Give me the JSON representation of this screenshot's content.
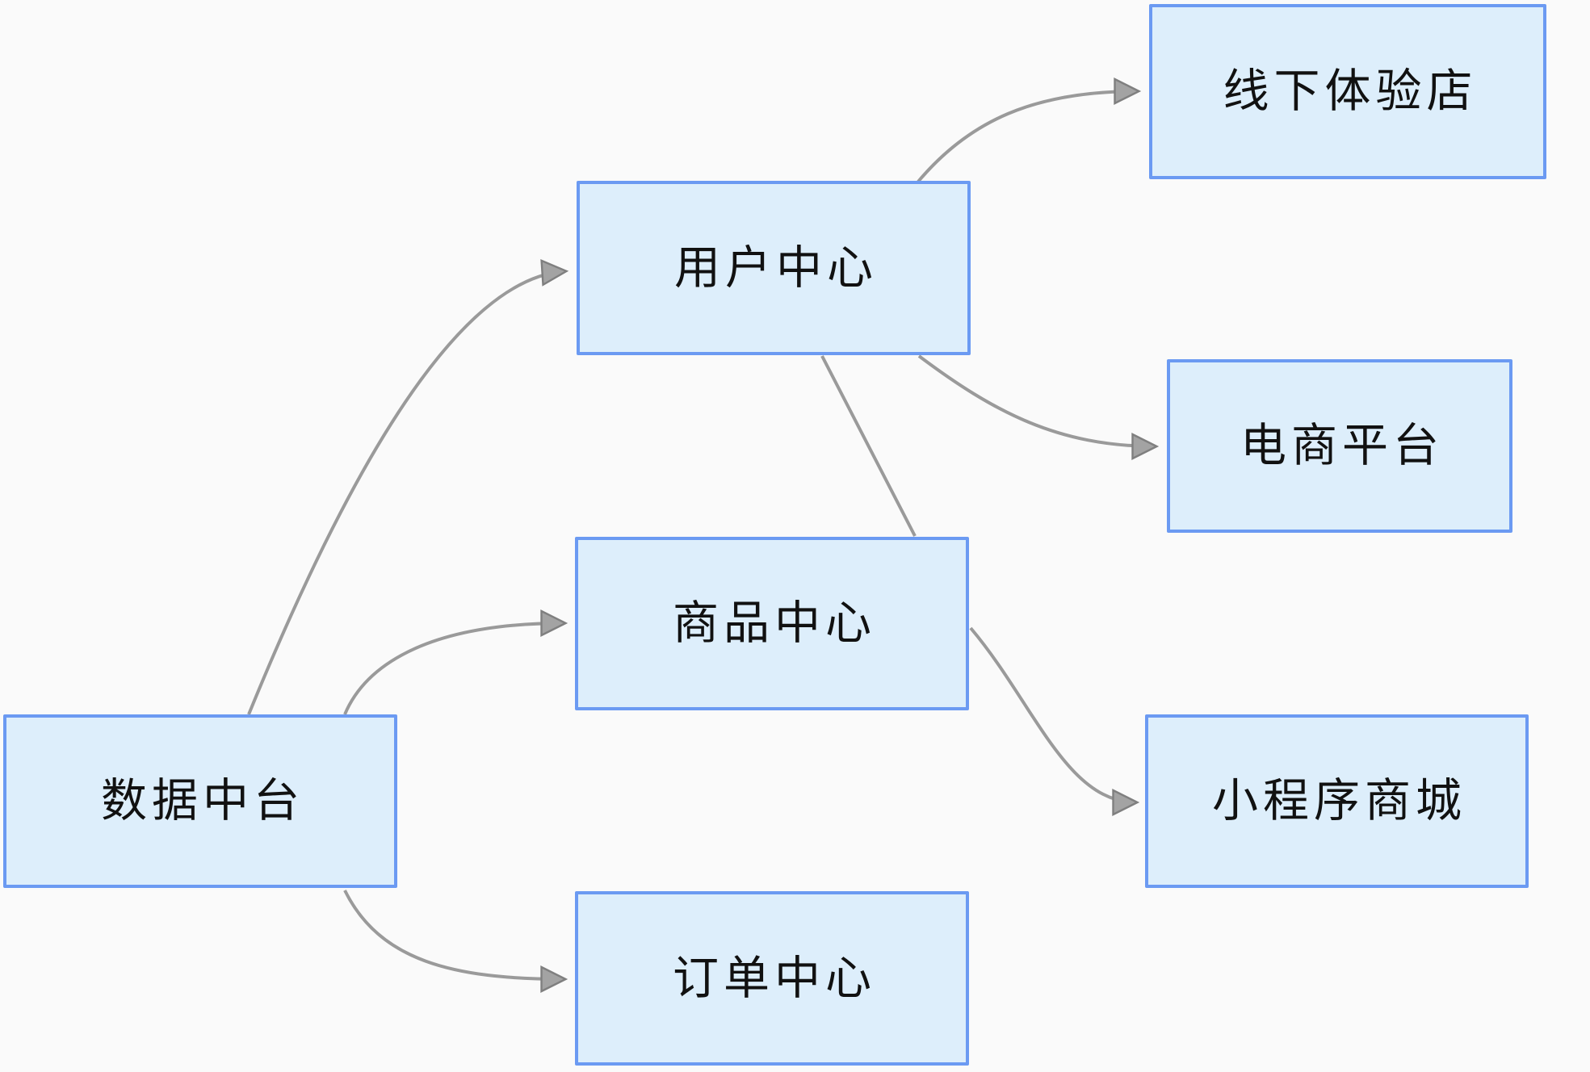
{
  "diagram": {
    "type": "flowchart",
    "background_color": "#fafafa",
    "node_fill_color": "#ddeefb",
    "node_border_color": "#6b9af2",
    "edge_color": "#9a9a9a",
    "arrowhead_color": "#a3a3a3",
    "text_color": "#111111",
    "nodes": [
      {
        "id": "data-center",
        "label": "数据中台"
      },
      {
        "id": "user-center",
        "label": "用户中心"
      },
      {
        "id": "product-center",
        "label": "商品中心"
      },
      {
        "id": "order-center",
        "label": "订单中心"
      },
      {
        "id": "offline-store",
        "label": "线下体验店"
      },
      {
        "id": "ecommerce-platform",
        "label": "电商平台"
      },
      {
        "id": "miniprogram-mall",
        "label": "小程序商城"
      }
    ],
    "edges": [
      {
        "from": "数据中台",
        "to": "用户中心",
        "arrow": true
      },
      {
        "from": "数据中台",
        "to": "商品中心",
        "arrow": true
      },
      {
        "from": "数据中台",
        "to": "订单中心",
        "arrow": true
      },
      {
        "from": "用户中心",
        "to": "线下体验店",
        "arrow": true
      },
      {
        "from": "用户中心",
        "to": "电商平台",
        "arrow": true
      },
      {
        "from": "用户中心",
        "to": "商品中心",
        "arrow": false
      },
      {
        "from": "商品中心",
        "to": "小程序商城",
        "arrow": true
      }
    ]
  }
}
